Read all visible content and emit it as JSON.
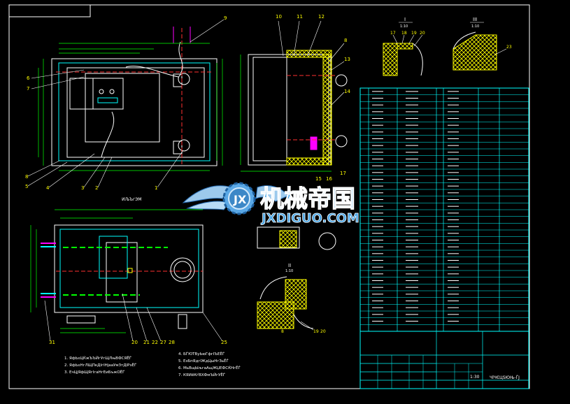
{
  "drawing": {
    "title_block_text": "ЧїЧЄЦЅЮЊ-ЃЈ",
    "scale_text": "1:30",
    "section_label_one": "I",
    "section_label_one_scale": "1:10",
    "section_label_two": "III",
    "section_label_two_scale": "1:10",
    "bottom_detail_label": "II",
    "bottom_detail_scale": "1:10",
    "plan_caption": "ИЉЪгЭМ",
    "note_lines_left": [
      "1. ЯфЬхЦЌжЪЪЙгУгЩЛњВФСЯЁЃ",
      "2. ЯфЬхНгЛЩПкДІгІНјааУмЗтДІРэЁЃ",
      "3. ЕчЦјЯфЩЯгІгаНгЕиБъжОЁЃ"
    ],
    "note_lines_right": [
      "4. БЃЮТВуЬюГфгІЪЕЁЃ",
      "5. ЕзБпЯдгІЖдЦыНгЗьЁЃ",
      "6. МьВщЫљгаАщЖЏЕФСЌНгЁЃ",
      "7. КЯИёКѓВХФмЪЙгУЁЃ"
    ]
  },
  "watermark": {
    "cn": "机械帝国",
    "en": "JXDIGUO.COM"
  },
  "front_view_callouts": [
    "9",
    "6",
    "7",
    "8",
    "5",
    "4",
    "3",
    "2",
    "1"
  ],
  "side_view_callouts": [
    "10",
    "11",
    "12",
    "8",
    "13",
    "14",
    "16",
    "15",
    "17"
  ],
  "plan_view_callouts": [
    "31",
    "20",
    "21",
    "22",
    "27",
    "28",
    "25"
  ],
  "section_i_callouts": [
    "17",
    "18",
    "19",
    "20"
  ],
  "section_iii_callouts": [
    "23"
  ],
  "detail_ii_callouts": [
    "19",
    "20",
    "8"
  ],
  "bom_rows": 36,
  "colors": {
    "background": "#000000",
    "frame": "#ffffff",
    "line_cyan": "#00ffff",
    "line_white": "#ffffff",
    "dimension": "#00ff00",
    "centerline": "#ff3030",
    "hatch_yellow": "#ffff00",
    "magenta": "#ff00ff",
    "watermark_blue": "#4aa6e6"
  }
}
